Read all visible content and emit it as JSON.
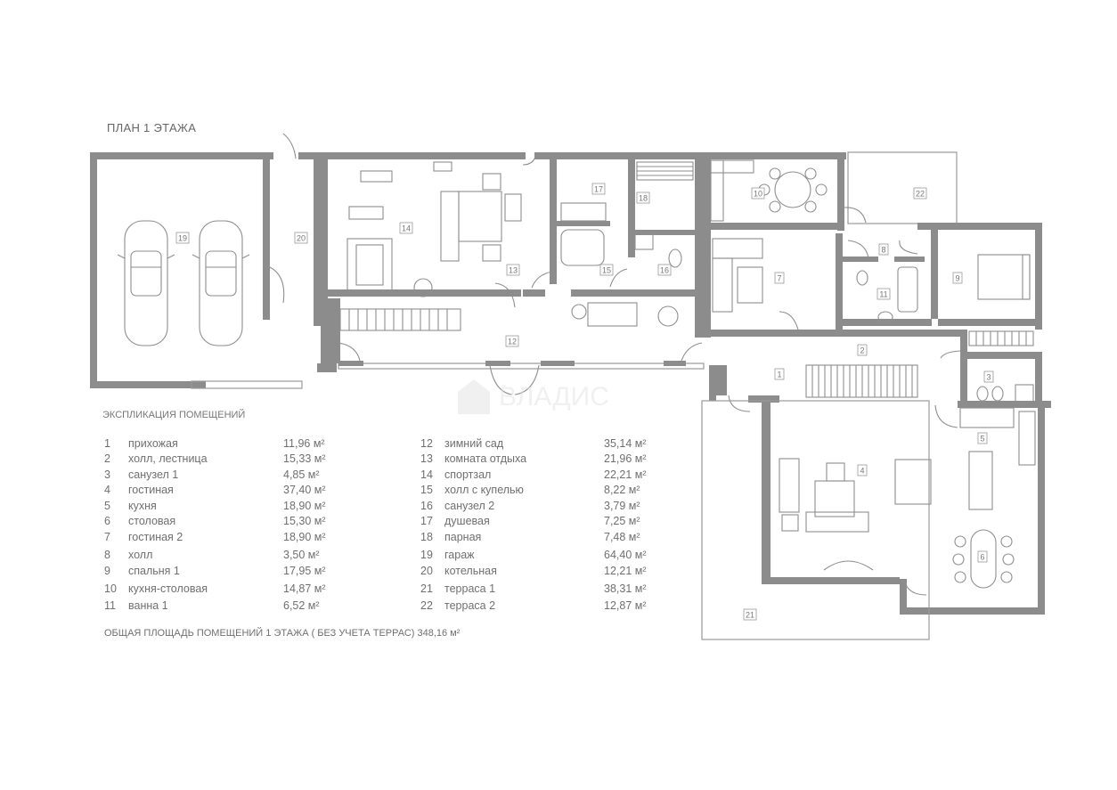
{
  "title": "ПЛАН 1 ЭТАЖА",
  "watermark": "ВЛАДИС",
  "legend": {
    "title": "ЭКСПЛИКАЦИЯ ПОМЕЩЕНИЙ",
    "rooms": [
      {
        "num": "1",
        "name": "прихожая",
        "area": "11,96 м²"
      },
      {
        "num": "2",
        "name": "холл, лестница",
        "area": "15,33 м²"
      },
      {
        "num": "3",
        "name": "санузел 1",
        "area": "4,85 м²"
      },
      {
        "num": "4",
        "name": "гостиная",
        "area": "37,40 м²"
      },
      {
        "num": "5",
        "name": "кухня",
        "area": "18,90 м²"
      },
      {
        "num": "6",
        "name": "столовая",
        "area": "15,30 м²"
      },
      {
        "num": "7",
        "name": "гостиная 2",
        "area": "18,90 м²"
      },
      {
        "num": "8",
        "name": "холл",
        "area": "3,50 м²"
      },
      {
        "num": "9",
        "name": "спальня 1",
        "area": "17,95 м²"
      },
      {
        "num": "10",
        "name": "кухня-столовая",
        "area": "14,87 м²"
      },
      {
        "num": "11",
        "name": "ванна 1",
        "area": "6,52 м²"
      },
      {
        "num": "12",
        "name": "зимний сад",
        "area": "35,14 м²"
      },
      {
        "num": "13",
        "name": "комната отдыха",
        "area": "21,96 м²"
      },
      {
        "num": "14",
        "name": "спортзал",
        "area": "22,21 м²"
      },
      {
        "num": "15",
        "name": "холл с купелью",
        "area": "8,22 м²"
      },
      {
        "num": "16",
        "name": "санузел 2",
        "area": "3,79 м²"
      },
      {
        "num": "17",
        "name": "душевая",
        "area": "7,25 м²"
      },
      {
        "num": "18",
        "name": "парная",
        "area": "7,48 м²"
      },
      {
        "num": "19",
        "name": "гараж",
        "area": "64,40 м²"
      },
      {
        "num": "20",
        "name": "котельная",
        "area": "12,21 м²"
      },
      {
        "num": "21",
        "name": "терраса 1",
        "area": "38,31 м²"
      },
      {
        "num": "22",
        "name": "терраса 2",
        "area": "12,87 м²"
      }
    ],
    "total": "ОБЩАЯ ПЛОЩАДЬ  ПОМЕЩЕНИЙ 1 ЭТАЖА ( БЕЗ УЧЕТА ТЕРРАС) 348,16 м²"
  }
}
